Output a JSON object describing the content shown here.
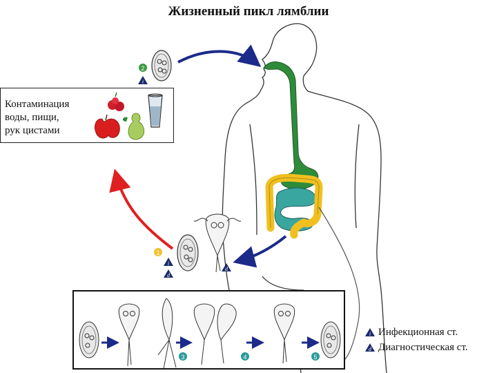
{
  "title": "Жизненный пикл лямблии",
  "contamination": {
    "lines": [
      "Контаминация",
      "воды, пищи,",
      "рук цистами"
    ]
  },
  "markers": {
    "infective_letter": "i",
    "diagnostic_letter": "d",
    "step_2": "2",
    "step_1": "1",
    "step_3": "3",
    "step_4": "4",
    "step_5": "5"
  },
  "legend": {
    "infective": "Инфекционная ст.",
    "diagnostic": "Диагностическая ст."
  },
  "colors": {
    "arrow_blue": "#1c2a8a",
    "arrow_red": "#e02020",
    "esophagus_green": "#2e8b3a",
    "colon_yellow": "#f0c020",
    "small_intestine_teal": "#3aa6a0",
    "step_green": "#3a9a40",
    "step_yellow": "#f2c230",
    "step_teal": "#2a9a9a",
    "triangle_navy": "#1a2a6a"
  }
}
